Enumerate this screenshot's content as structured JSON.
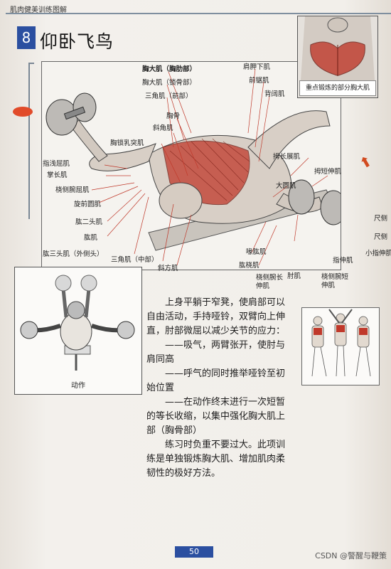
{
  "running_head": "肌肉健美训练图解",
  "exercise": {
    "number": "8",
    "title": "仰卧飞鸟"
  },
  "inset": {
    "label": "重点锻炼的部分胸大肌"
  },
  "callouts": [
    "胸大肌（胸肋部）",
    "胸大肌（锁骨部）",
    "三角肌（前部）",
    "胸骨",
    "斜角肌",
    "胸锁乳突肌",
    "肩胛下肌",
    "前锯肌",
    "背阔肌",
    "拇长展肌",
    "拇短伸肌",
    "大圆肌",
    "指浅屈肌",
    "掌长肌",
    "桡侧腕屈肌",
    "旋前圆肌",
    "肱二头肌",
    "肱肌",
    "肱三头肌（外侧头）",
    "三角肌（中部）",
    "斜方肌",
    "喙肱肌",
    "肱桡肌",
    "桡侧腕长伸肌",
    "肘肌",
    "桡侧腕短伸肌",
    "指伸肌",
    "尺侧",
    "尺侧",
    "小指伸肌"
  ],
  "action_label": "动作",
  "body_paragraphs": [
    "上身平躺于窄凳，使肩部可以自由活动，手持哑铃，双臂向上伸直，肘部微屈以减少关节的应力：",
    "——吸气，两臂张开，使肘与肩同高",
    "——呼气的同时推举哑铃至初始位置",
    "——在动作终末进行一次短暂的等长收缩，以集中强化胸大肌上部（胸骨部）",
    "练习时负重不要过大。此项训练是单独锻炼胸大肌、增加肌肉柔韧性的极好方法。"
  ],
  "page_number": "50",
  "watermark": "CSDN @警醒与鞭策",
  "colors": {
    "accent_blue": "#2b4fa0",
    "arrow_red": "#d24a1f",
    "muscle_red": "#c0392b"
  }
}
